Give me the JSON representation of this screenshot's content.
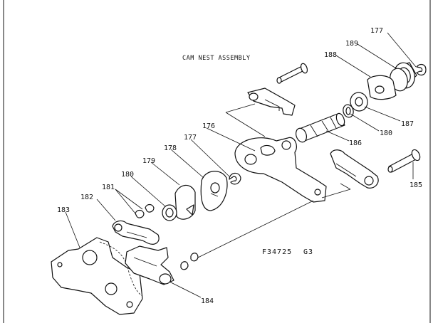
{
  "title": "CAM NEST ASSEMBLY",
  "drawing_code": "F34725",
  "drawing_suffix": "G3",
  "part_labels": {
    "p177a": "177",
    "p189": "189",
    "p188": "188",
    "p187": "187",
    "p180a": "180",
    "p186": "186",
    "p176": "176",
    "p177b": "177",
    "p178": "178",
    "p179": "179",
    "p180b": "180",
    "p181": "181",
    "p182": "182",
    "p183": "183",
    "p184": "184",
    "p185": "185"
  }
}
